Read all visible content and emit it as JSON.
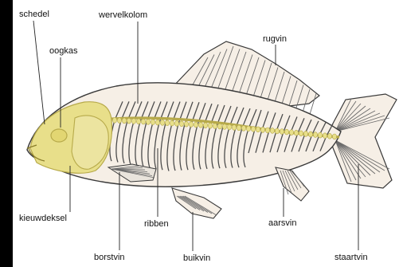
{
  "colors": {
    "page_border": "#000000",
    "background": "#ffffff",
    "body_fill": "#f6efe6",
    "body_outline": "#3a3a3a",
    "bone_yellow": "#e8df8a",
    "bone_outline": "#b7aa4a",
    "fin_ray": "#6a6a6a",
    "rib": "#4d4d4d",
    "label_text": "#111111"
  },
  "labels": {
    "schedel": "schedel",
    "wervelkolom": "wervelkolom",
    "oogkas": "oogkas",
    "rugvin": "rugvin",
    "kieuwdeksel": "kieuwdeksel",
    "ribben": "ribben",
    "aarsvin": "aarsvin",
    "borstvin": "borstvin",
    "buikvin": "buikvin",
    "staartvin": "staartvin"
  }
}
